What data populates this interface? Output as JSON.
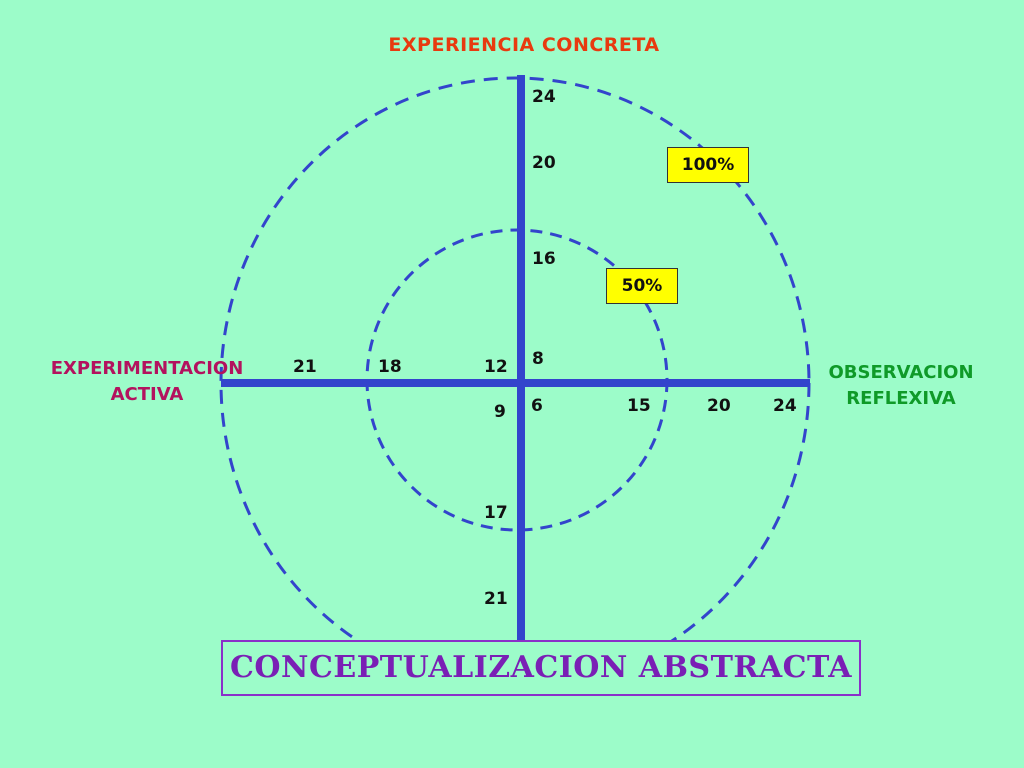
{
  "axes": {
    "top": "EXPERIENCIA CONCRETA",
    "left_line1": "EXPERIMENTACION",
    "left_line2": "ACTIVA",
    "right_line1": "OBSERVACION",
    "right_line2": "REFLEXIVA",
    "bottom": "CONCEPTUALIZACION ABSTRACTA"
  },
  "ticks": {
    "up": [
      "24",
      "20",
      "16",
      "8"
    ],
    "left": [
      "21",
      "18",
      "12"
    ],
    "down": [
      "9",
      "17",
      "21"
    ],
    "right": [
      "6",
      "15",
      "20",
      "24"
    ]
  },
  "circles": {
    "outer_label": "100%",
    "inner_label": "50%"
  },
  "colors": {
    "background": "#9cfcc9",
    "axis": "#3344cc",
    "circle": "#3344cc",
    "top_title": "#e83a0f",
    "left_title": "#b3125e",
    "right_title": "#0f9a28",
    "bottom_title": "#7a1fb5",
    "percent_box": "#ffff00"
  }
}
